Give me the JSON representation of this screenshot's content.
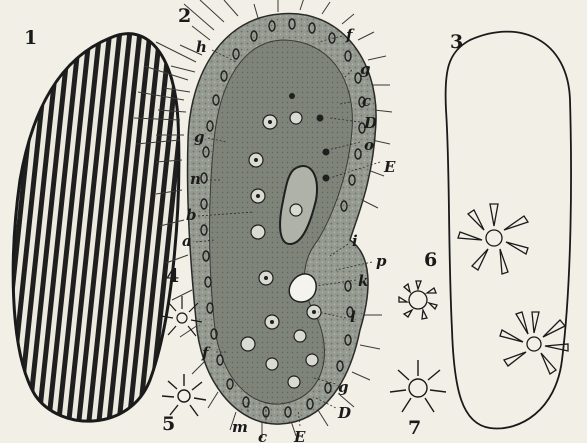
{
  "figures": [
    {
      "number": "1"
    },
    {
      "number": "2"
    },
    {
      "number": "3"
    },
    {
      "number": "4"
    },
    {
      "number": "5"
    },
    {
      "number": "6"
    },
    {
      "number": "7"
    }
  ],
  "figure2_labels": {
    "h": "h",
    "f_top": "f",
    "g_top": "g",
    "c_right": "c",
    "D_right": "D",
    "o": "o",
    "E": "E",
    "g_left": "g",
    "n": "n",
    "b": "b",
    "a": "a",
    "i": "i",
    "p": "p",
    "k": "k",
    "l": "l",
    "f_left": "f",
    "m": "m",
    "c_bottom": "c",
    "E_bottom": "E",
    "D_bottom": "D",
    "g_bottom": "g"
  },
  "colors": {
    "ink": "#1a1a1a",
    "paper": "#f1efe6",
    "body": "#8f948c"
  }
}
